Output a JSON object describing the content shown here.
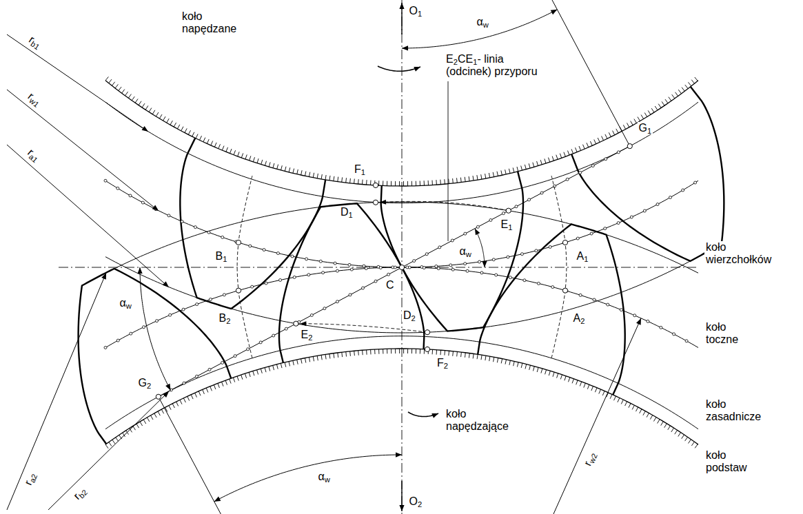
{
  "diagram": {
    "labels": [
      "O1",
      "αw",
      "koło napędzane",
      "E2CE1- linia (odcinek) przyporu",
      "rb1",
      "rw1",
      "ra1",
      "G1",
      "F1",
      "D1",
      "E1",
      "αw",
      "A1",
      "B1",
      "koło wierzchołków",
      "C",
      "B2",
      "A2",
      "αw",
      "E2",
      "D2",
      "F2",
      "koło toczne",
      "G2",
      "koło zasadnicze",
      "koło napędzające",
      "koło podstaw",
      "rw2",
      "ra2",
      "rb2",
      "αw",
      "O2"
    ]
  }
}
